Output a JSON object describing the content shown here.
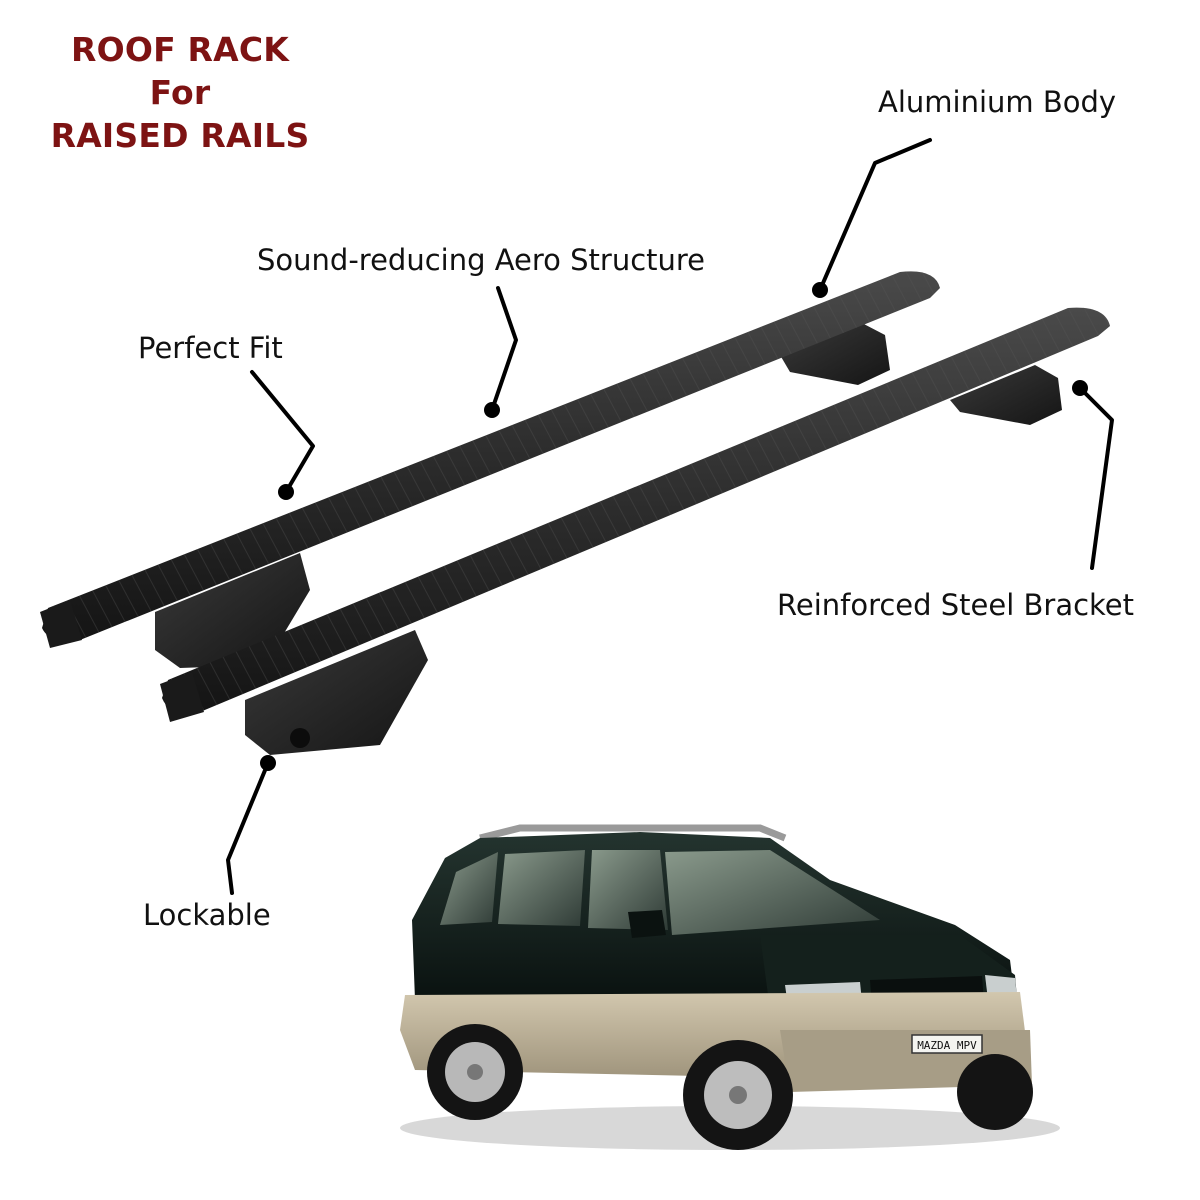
{
  "title": {
    "line1": "ROOF RACK",
    "line2": "For",
    "line3": "RAISED RAILS",
    "color": "#7d1313"
  },
  "callouts": {
    "aluminium_body": "Aluminium Body",
    "aero_structure": "Sound-reducing Aero Structure",
    "perfect_fit": "Perfect Fit",
    "steel_bracket": "Reinforced Steel Bracket",
    "lockable": "Lockable"
  },
  "vehicle": {
    "plate_text": "MAZDA MPV",
    "body_color": "#0f1a17",
    "lower_color": "#b9ad94"
  },
  "product": {
    "bar_color": "#2a2a2a"
  }
}
